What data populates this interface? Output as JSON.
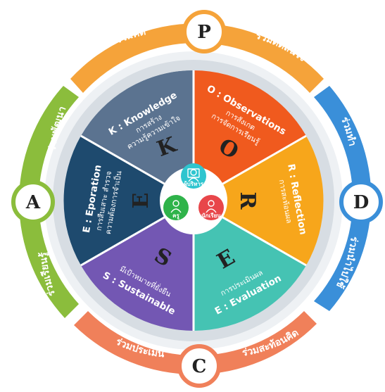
{
  "outer_ring": {
    "p": {
      "letter": "P",
      "left_label": "ร่วมคิด",
      "right_label": "ร่วมตัดสินใจ",
      "color": "#f5a33a"
    },
    "d": {
      "letter": "D",
      "top_label": "ร่วมทำ",
      "bottom_label": "ร่วมนำไปใช้",
      "color": "#3a8fd9"
    },
    "c": {
      "letter": "C",
      "left_label": "ร่วมประเมิน",
      "right_label": "ร่วมสะท้อนคิด",
      "color": "#f0805a"
    },
    "a": {
      "letter": "A",
      "top_label": "ร่วมพัฒนา",
      "bottom_label": "ร่วมเรียนรู้",
      "color": "#8bbd3c"
    }
  },
  "segments": {
    "k": {
      "letter": "K",
      "title": "K : Knowledge",
      "sub1": "การสร้าง",
      "sub2": "ความรู้ความเข้าใจ",
      "color": "#5b7390"
    },
    "o": {
      "letter": "O",
      "title": "O : Observations",
      "sub1": "การสังเกต",
      "sub2": "การจัดการเรียนรู้",
      "color": "#f05a1e"
    },
    "r": {
      "letter": "R",
      "title": "R : Reflection",
      "sub1": "การสะท้อนผล",
      "color": "#f7a61b"
    },
    "e2": {
      "letter": "E",
      "title": "E : Evaluation",
      "sub1": "การประเมินผล",
      "color": "#45c3b3"
    },
    "s": {
      "letter": "S",
      "title": "S : Sustainable",
      "sub1": "มีเป้าหมายที่ยั่งยืน",
      "color": "#7357b3"
    },
    "e1": {
      "letter": "E",
      "title": "E : Eporation",
      "sub1": "การสืบเสาะ สำรวจ",
      "sub2": "ความต้องการจำเป็น",
      "color": "#1e4a6e"
    }
  },
  "hub": {
    "admin": {
      "label": "ผู้บริหาร",
      "color": "#2fc5cf"
    },
    "teacher": {
      "label": "ครู",
      "color": "#2fb34a"
    },
    "student": {
      "label": "นักเรียน",
      "color": "#e8464a"
    }
  }
}
